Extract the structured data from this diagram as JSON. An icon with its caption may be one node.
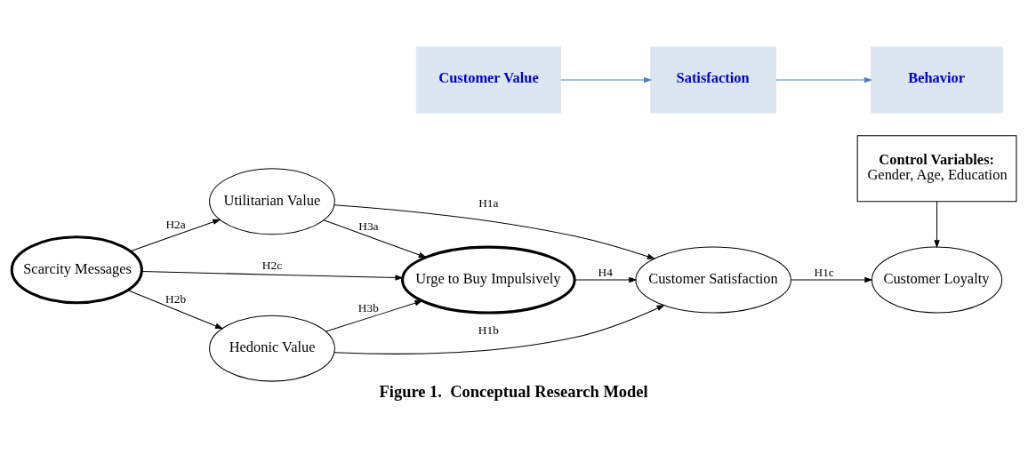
{
  "diagram": {
    "caption": "Figure 1.  Conceptual Research Model",
    "nodes": [
      {
        "text": [
          "Scarcity Messages"
        ]
      },
      {
        "text": [
          "Utilitarian Value"
        ]
      },
      {
        "text": [
          "Urge to Buy Impulsively"
        ]
      },
      {
        "text": [
          "Hedonic Value"
        ]
      },
      {
        "text": [
          "Customer Satisfaction"
        ]
      },
      {
        "text": [
          "Customer Loyalty"
        ]
      },
      {
        "text": [
          "Control Variables:",
          "Gender, Age, Education"
        ]
      },
      {
        "text": [
          "Customer Value"
        ]
      },
      {
        "text": [
          "Satisfaction"
        ]
      },
      {
        "text": [
          "Behavior"
        ]
      }
    ],
    "edges": [
      {
        "from": 0,
        "to": 1,
        "arrow": "to",
        "label": "H2a"
      },
      {
        "from": 0,
        "to": 2,
        "arrow": "to",
        "label": "H2c"
      },
      {
        "from": 0,
        "to": 3,
        "arrow": "to",
        "label": "H2b"
      },
      {
        "from": 1,
        "to": 2,
        "arrow": "to",
        "label": "H3a"
      },
      {
        "from": 1,
        "to": 4,
        "arrow": "to",
        "label": "H1a"
      },
      {
        "from": 3,
        "to": 2,
        "arrow": "to",
        "label": "H3b"
      },
      {
        "from": 3,
        "to": 4,
        "arrow": "to",
        "label": "H1b"
      },
      {
        "from": 2,
        "to": 4,
        "arrow": "to",
        "label": "H4"
      },
      {
        "from": 4,
        "to": 5,
        "arrow": "to",
        "label": "H1c"
      },
      {
        "from": 6,
        "to": 5,
        "arrow": "to"
      },
      {
        "from": 7,
        "to": 8,
        "arrow": "to",
        "color": "#4f81bd"
      },
      {
        "from": 8,
        "to": 9,
        "arrow": "to",
        "color": "#4f81bd"
      }
    ]
  }
}
